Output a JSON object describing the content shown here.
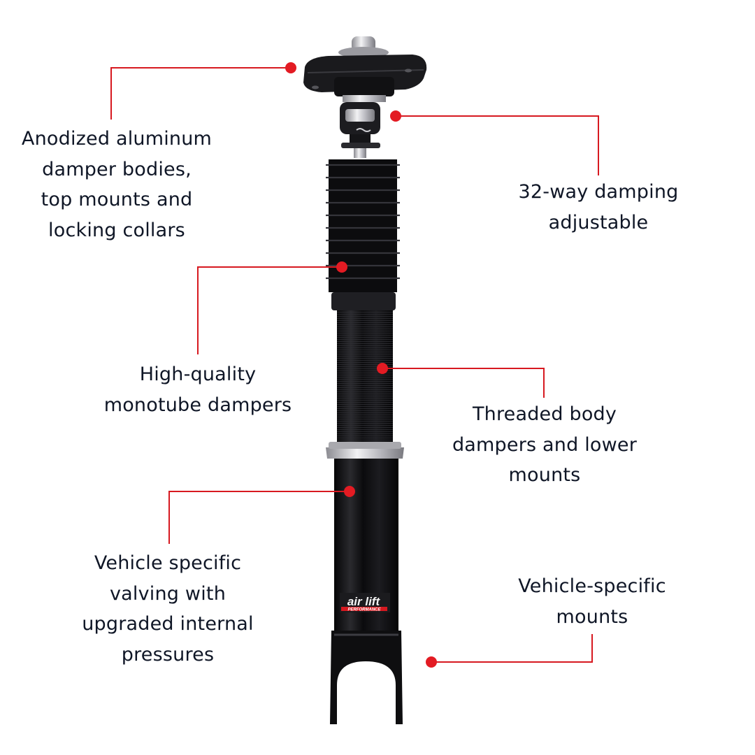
{
  "colors": {
    "background": "#ffffff",
    "callout_line": "#d71920",
    "callout_dot": "#e31b23",
    "text": "#0f1626",
    "shock_body": "#0d0d0f",
    "collar": "#c8c8cc"
  },
  "product": {
    "name": "coilover-shock-assembly",
    "brand_logo_line1": "air lift",
    "brand_logo_line2": "PERFORMANCE"
  },
  "callouts": [
    {
      "id": "anodized",
      "lines": [
        "Anodized aluminum",
        "damper bodies,",
        "top mounts and",
        "locking collars"
      ]
    },
    {
      "id": "damping",
      "lines": [
        "32-way damping",
        "adjustable"
      ]
    },
    {
      "id": "monotube",
      "lines": [
        "High-quality",
        "monotube dampers"
      ]
    },
    {
      "id": "threaded",
      "lines": [
        "Threaded body",
        "dampers and lower",
        "mounts"
      ]
    },
    {
      "id": "valving",
      "lines": [
        "Vehicle specific",
        "valving with",
        "upgraded internal",
        "pressures"
      ]
    },
    {
      "id": "mounts",
      "lines": [
        "Vehicle-specific",
        "mounts"
      ]
    }
  ]
}
